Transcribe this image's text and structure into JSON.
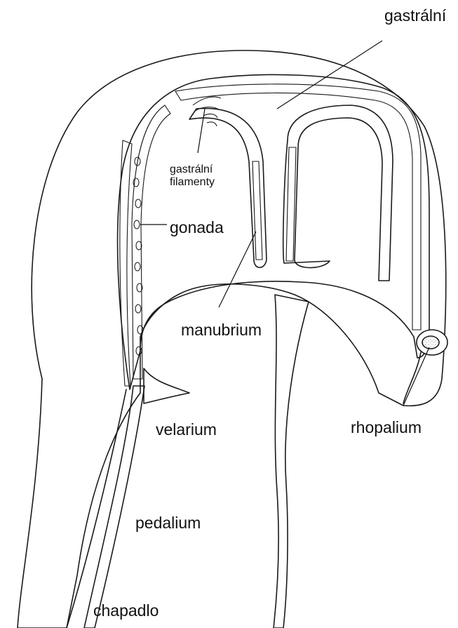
{
  "labels": {
    "gastric_cavity": "gastrální",
    "gastric_filaments": "gastrální",
    "gastric_filaments_line2": "filamenty",
    "gonad": "gonada",
    "manubrium": "manubrium",
    "velarium": "velarium",
    "rhopalium": "rhopalium",
    "pedalium": "pedalium",
    "tentacle": "chapadlo"
  },
  "colors": {
    "ink": "#1a1a1a",
    "stipple": "#8a8a8a",
    "background": "#ffffff"
  }
}
